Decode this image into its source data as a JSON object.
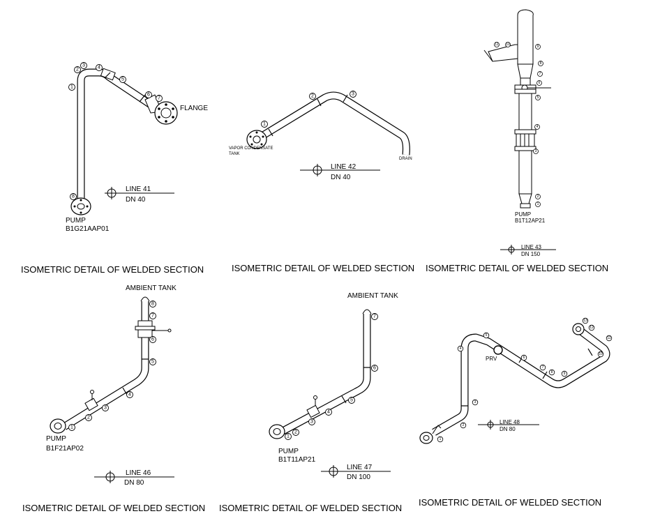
{
  "details": [
    {
      "caption": "ISOMETRIC DETAIL OF WELDED SECTION",
      "line": "LINE 41",
      "dn": "DN 40",
      "pump": "PUMP",
      "pump_code": "B1G21AAP01",
      "flange": "FLANGE",
      "welds": [
        "1",
        "2",
        "3",
        "4",
        "5",
        "6",
        "7",
        "8"
      ]
    },
    {
      "caption": "ISOMETRIC DETAIL OF WELDED SECTION",
      "line": "LINE 42",
      "dn": "DN 40",
      "tank_line1": "VAPOR CONDENSATE",
      "tank_line2": "TANK",
      "drain": "DRAIN",
      "welds": [
        "1",
        "2",
        "3"
      ]
    },
    {
      "caption": "ISOMETRIC DETAIL OF WELDED SECTION",
      "line": "LINE 43",
      "dn": "DN 150",
      "pump": "PUMP",
      "pump_code": "B1T12AP21",
      "welds": [
        "11",
        "10",
        "9",
        "8",
        "7",
        "6",
        "5",
        "4",
        "3",
        "2",
        "1"
      ]
    },
    {
      "caption": "ISOMETRIC DETAIL OF WELDED SECTION",
      "line": "LINE 46",
      "dn": "DN 80",
      "pump": "PUMP",
      "pump_code": "B1F21AP02",
      "tank": "AMBIENT TANK",
      "welds": [
        "1",
        "2",
        "3",
        "4",
        "5",
        "6",
        "7",
        "8"
      ]
    },
    {
      "caption": "ISOMETRIC DETAIL OF WELDED SECTION",
      "line": "LINE 47",
      "dn": "DN 100",
      "pump": "PUMP",
      "pump_code": "B1T11AP21",
      "tank": "AMBIENT TANK",
      "welds": [
        "1",
        "2",
        "3",
        "4",
        "5",
        "6",
        "7"
      ]
    },
    {
      "caption": "ISOMETRIC DETAIL OF WELDED SECTION",
      "line": "LINE 48",
      "dn": "DN 80",
      "prv": "PRV",
      "welds": [
        "1",
        "2",
        "3",
        "4",
        "5",
        "6",
        "7",
        "8",
        "9",
        "10",
        "11",
        "12",
        "13"
      ]
    }
  ]
}
